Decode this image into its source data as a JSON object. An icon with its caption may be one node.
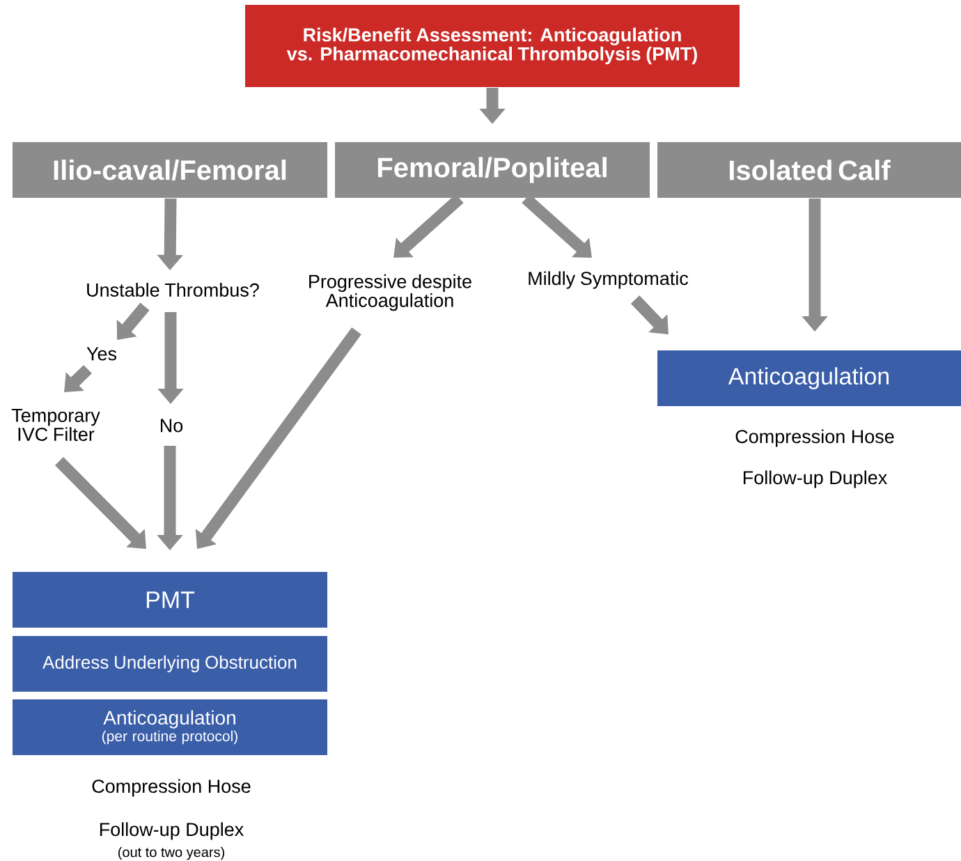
{
  "diagram": {
    "nodes": [
      {
        "text": [
          "Risk/Benefit Assessment: Anticoagulation vs. Pharmacomechanical Thrombolysis (PMT)"
        ]
      },
      {
        "text": [
          "Ilio-caval/Femoral"
        ]
      },
      {
        "text": [
          "Femoral/Popliteal"
        ]
      },
      {
        "text": [
          "Isolated Calf"
        ]
      },
      {
        "text": [
          "Unstable Thrombus?"
        ]
      },
      {
        "text": [
          "Progressive despite Anticoagulation"
        ]
      },
      {
        "text": [
          "Mildly Symptomatic"
        ]
      },
      {
        "text": [
          "Yes"
        ]
      },
      {
        "text": [
          "No"
        ]
      },
      {
        "text": [
          "Temporary IVC Filter"
        ]
      },
      {
        "text": [
          "PMT"
        ]
      },
      {
        "text": [
          "Address Underlying Obstruction"
        ]
      },
      {
        "text": [
          "Anticoagulation",
          "(per routine protocol)"
        ]
      },
      {
        "text": [
          "Anticoagulation"
        ]
      }
    ],
    "edges": [
      {
        "from": 0,
        "to": 2,
        "arrow": "to"
      },
      {
        "from": 1,
        "to": 4,
        "arrow": "to"
      },
      {
        "from": 2,
        "to": 5,
        "arrow": "to"
      },
      {
        "from": 2,
        "to": 6,
        "arrow": "to"
      },
      {
        "from": 3,
        "to": 13,
        "arrow": "to"
      },
      {
        "from": 4,
        "to": 7,
        "arrow": "to"
      },
      {
        "from": 7,
        "to": 9,
        "arrow": "to"
      },
      {
        "from": 4,
        "to": 8,
        "arrow": "to"
      },
      {
        "from": 8,
        "to": 10,
        "arrow": "to"
      },
      {
        "from": 9,
        "to": 10,
        "arrow": "to"
      },
      {
        "from": 5,
        "to": 10,
        "arrow": "to"
      },
      {
        "from": 6,
        "to": 13,
        "arrow": "to"
      }
    ],
    "labels": [
      "Compression Hose",
      "Follow-up Duplex",
      "Compression Hose",
      "Follow-up Duplex",
      "(out to two years)"
    ]
  }
}
